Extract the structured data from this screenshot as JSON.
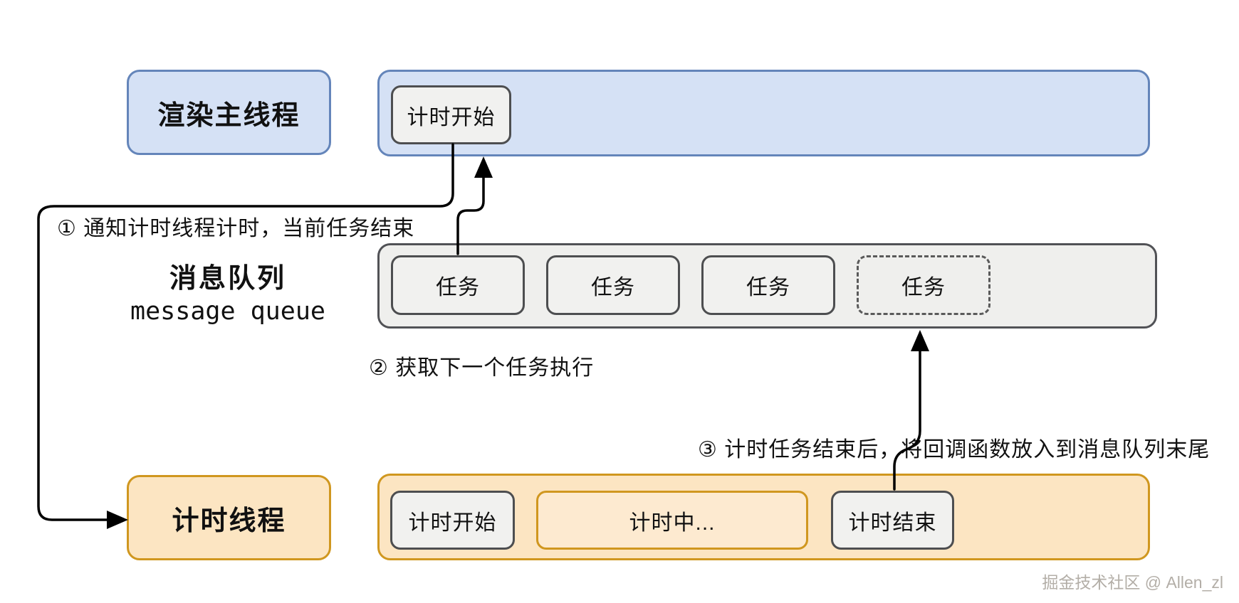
{
  "palette": {
    "blue_fill": "#d5e1f5",
    "blue_border": "#6485ba",
    "gray_chip_fill": "#f1f1ef",
    "gray_chip_border": "#4d4e50",
    "gray_track_fill": "#efefed",
    "gray_track_border": "#515256",
    "orange_fill": "#fce5c2",
    "orange_inner_fill": "#fdead0",
    "orange_border": "#d0971f",
    "arrow_color": "#000000",
    "text_color": "#111111",
    "watermark_color": "#b3aea7"
  },
  "threads": {
    "render_main": {
      "label": "渲染主线程"
    },
    "timer": {
      "label": "计时线程"
    }
  },
  "queue_label": {
    "line1": "消息队列",
    "line2": "message queue"
  },
  "main_track": {
    "boxes": [
      {
        "label": "计时开始"
      }
    ]
  },
  "queue_track": {
    "tasks": [
      {
        "label": "任务",
        "style": "solid"
      },
      {
        "label": "任务",
        "style": "solid"
      },
      {
        "label": "任务",
        "style": "solid"
      },
      {
        "label": "任务",
        "style": "dashed"
      }
    ]
  },
  "timer_track": {
    "boxes": [
      {
        "label": "计时开始",
        "kind": "gray"
      },
      {
        "label": "计时中...",
        "kind": "orange"
      },
      {
        "label": "计时结束",
        "kind": "gray"
      }
    ]
  },
  "annotations": [
    {
      "id": "1",
      "text": "① 通知计时线程计时，当前任务结束"
    },
    {
      "id": "2",
      "text": "② 获取下一个任务执行"
    },
    {
      "id": "3",
      "text": "③ 计时任务结束后，将回调函数放入到消息队列末尾"
    }
  ],
  "watermark": "掘金技术社区 @ Allen_zl"
}
